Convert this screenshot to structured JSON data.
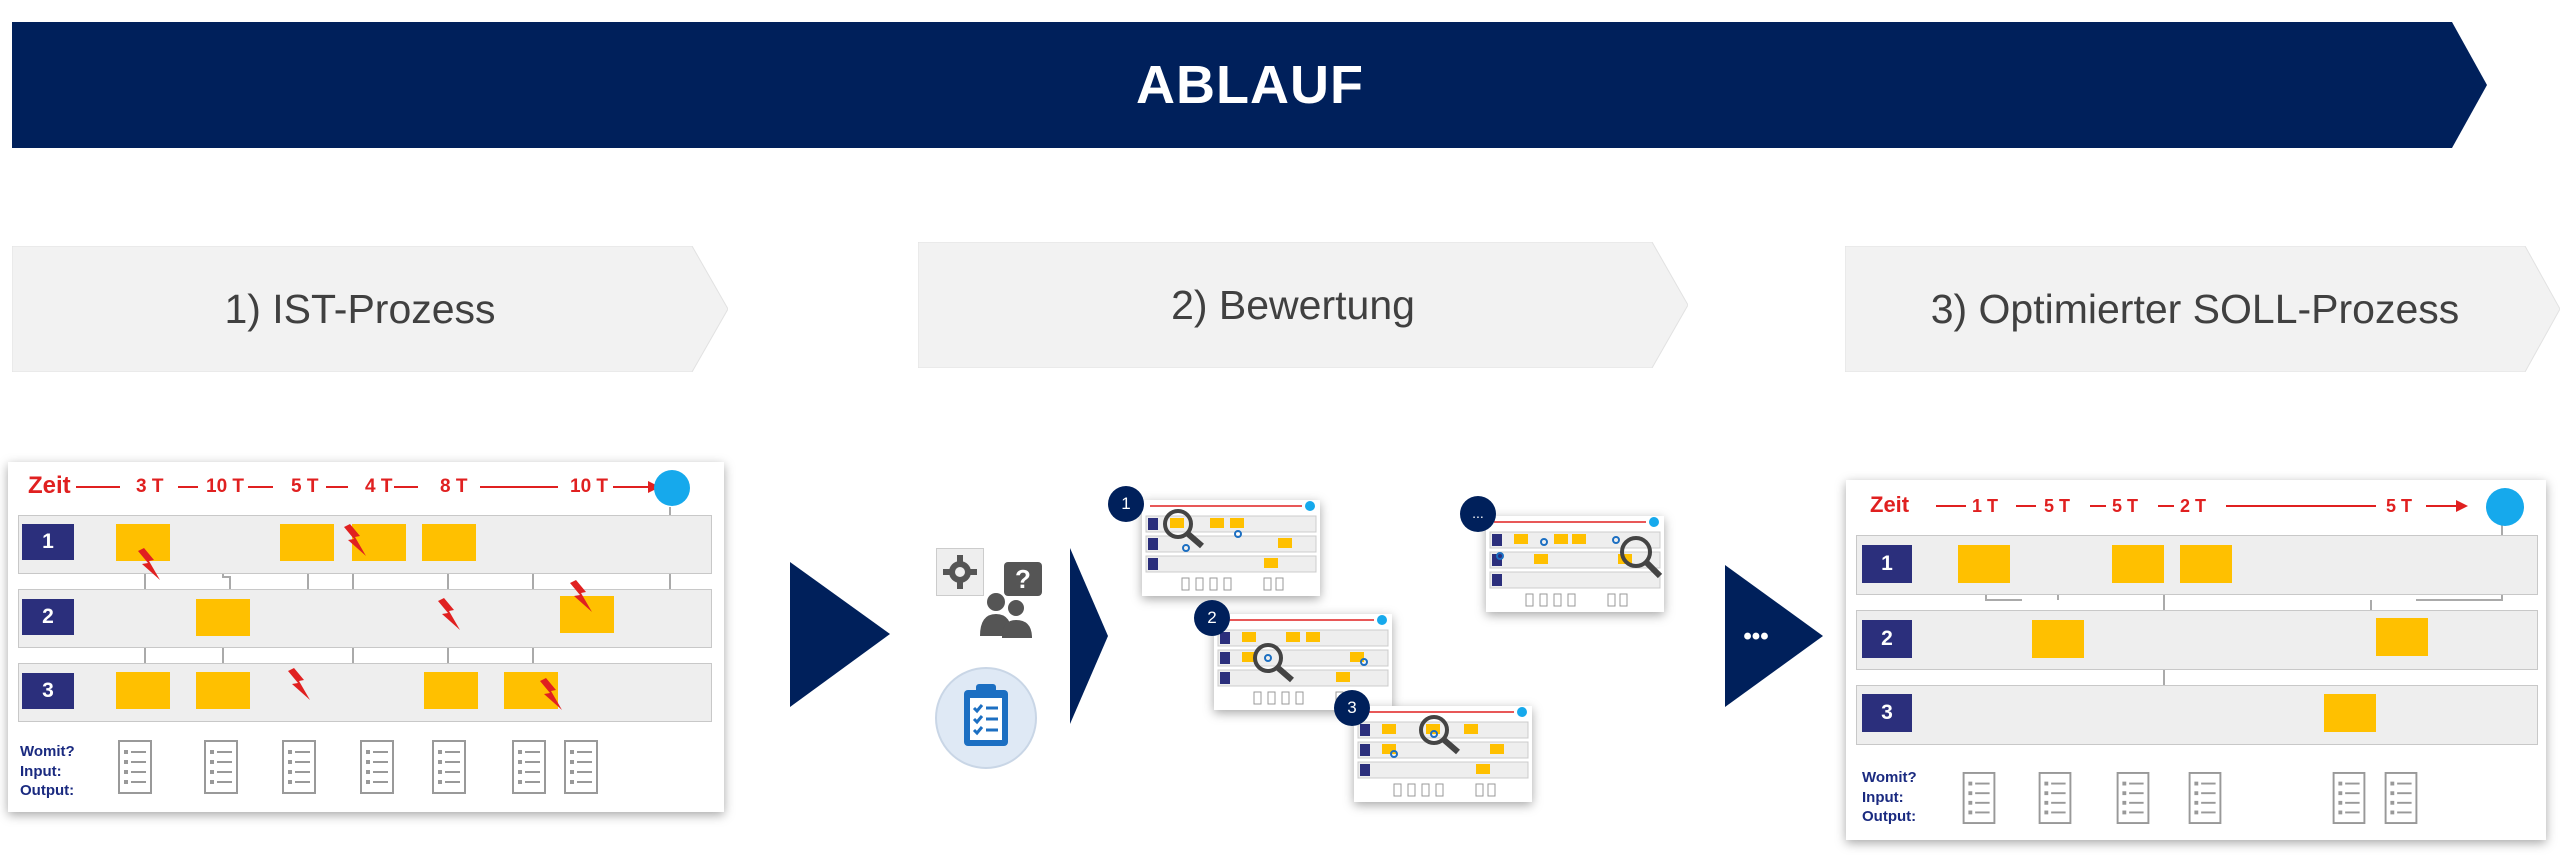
{
  "banner": {
    "title": "ABLAUF",
    "color": "#00205b"
  },
  "phases": [
    {
      "label": "1) IST-Prozess"
    },
    {
      "label": "2) Bewertung"
    },
    {
      "label": "3) Optimierter SOLL-Prozess"
    }
  ],
  "ist": {
    "zeit_label": "Zeit",
    "times": [
      "3 T",
      "10 T",
      "5 T",
      "4 T",
      "8 T",
      "10 T"
    ],
    "lanes": [
      "1",
      "2",
      "3"
    ],
    "legend": [
      "Womit?",
      "Input:",
      "Output:"
    ]
  },
  "bewertung": {
    "badges": [
      "1",
      "2",
      "3",
      "..."
    ]
  },
  "soll": {
    "zeit_label": "Zeit",
    "times": [
      "1 T",
      "5 T",
      "5 T",
      "2 T",
      "5 T"
    ],
    "lanes": [
      "1",
      "2",
      "3"
    ],
    "legend": [
      "Womit?",
      "Input:",
      "Output:"
    ]
  },
  "arrow_more_label": "•••",
  "colors": {
    "navy": "#00205b",
    "lane_badge": "#2b2f7c",
    "task": "#ffc000",
    "time_red": "#e02020",
    "end_circle": "#16a9ec",
    "chevron_bg": "#f2f2f2"
  }
}
